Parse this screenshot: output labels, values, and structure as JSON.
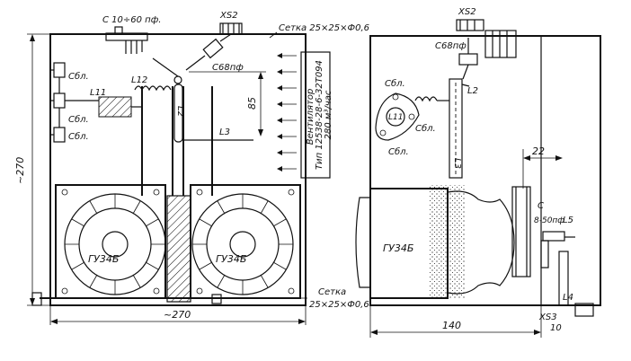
{
  "front_view": {
    "cap_tuning": "C 10÷60 пф.",
    "connector": "XS2",
    "grid_note": "Сетка 25×25×Ф0,6",
    "cap_68": "C68пф",
    "cap_block_1": "Cбл.",
    "cap_block_2": "Cбл.",
    "cap_block_3": "Cбл.",
    "coil_l11": "L11",
    "coil_l12": "L12",
    "coil_l2": "L2",
    "coil_l3": "L3",
    "dim_85": "85",
    "fan_line1": "Вентилятор",
    "fan_line2": "Тип 12538-28-6-32Т094",
    "fan_line3": "280 м³/час",
    "tube_left": "ГУ34Б",
    "tube_right": "ГУ34Б",
    "dim_height": "~270",
    "dim_width": "~270",
    "grid_bottom_line1": "Сетка",
    "grid_bottom_line2": "25×25×Ф0,6"
  },
  "side_view": {
    "connector_top": "XS2",
    "cap_68": "C68пф",
    "cap_block_1": "Cбл.",
    "cap_block_2": "Cбл.",
    "cap_block_3": "Cбл.",
    "coil_l11": "L11",
    "coil_l2": "L2",
    "coil_l3": "L3",
    "dim_22": "22",
    "cap_var": "C",
    "cap_var_range": "8-50пф",
    "coil_l5": "L5",
    "coil_l4": "L4",
    "tube": "ГУ34Б",
    "dim_140": "140",
    "connector_bottom": "XS3",
    "dim_10": "10"
  }
}
